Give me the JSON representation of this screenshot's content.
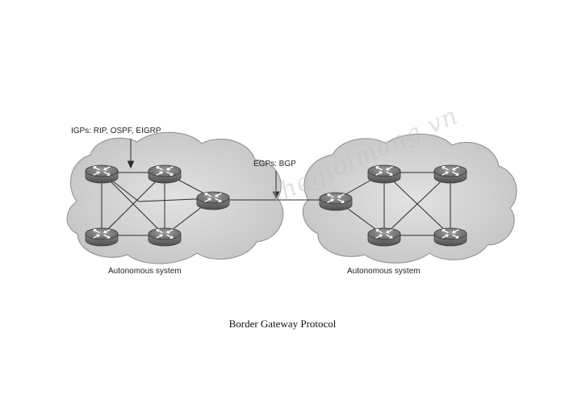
{
  "diagram": {
    "igp_label": "IGPs: RIP, OSPF, EIGRP",
    "egp_label": "EGPs: BGP",
    "left_as_label": "Autonomous system",
    "right_as_label": "Autonomous system",
    "caption": "Border Gateway Protocol",
    "watermark": "thegioimang.vn",
    "icons": {
      "router": "router-icon",
      "cloud": "cloud-icon",
      "arrow": "arrow-down-icon"
    },
    "colors": {
      "cloud": "#d4d4d4",
      "cloud_edge": "#8c8c8c",
      "router": "#6f6f6f",
      "link": "#2a2a2a"
    }
  }
}
